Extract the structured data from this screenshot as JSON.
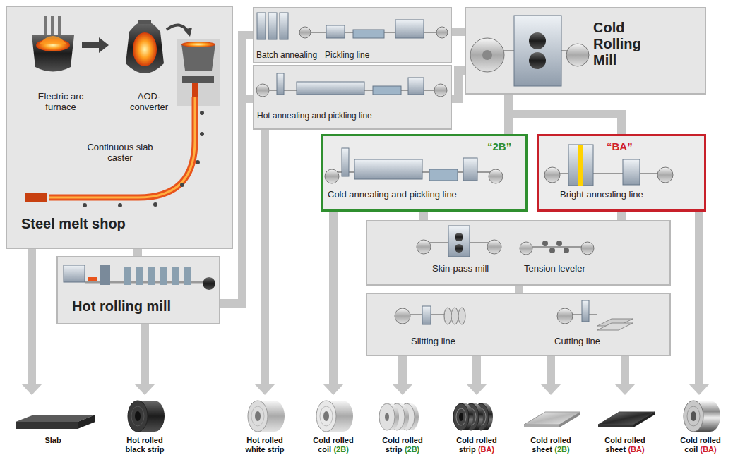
{
  "diagram": {
    "nodes": [
      {
        "text": [
          "Electric arc furnace",
          "AOD-converter",
          "Continuous slab caster",
          "Steel melt shop"
        ]
      },
      {
        "text": [
          "Hot rolling mill"
        ]
      },
      {
        "text": [
          "Batch annealing",
          "Pickling line"
        ]
      },
      {
        "text": [
          "Hot annealing and pickling line"
        ]
      },
      {
        "text": [
          "Cold Rolling Mill"
        ]
      },
      {
        "text": [
          "“2B”",
          "Cold annealing and pickling line"
        ]
      },
      {
        "text": [
          "“BA”",
          "Bright annealing line"
        ]
      },
      {
        "text": [
          "Skin-pass mill",
          "Tension leveler"
        ]
      },
      {
        "text": [
          "Slitting line",
          "Cutting line"
        ]
      },
      {
        "text": [
          "Slab"
        ]
      },
      {
        "text": [
          "Hot rolled black strip"
        ]
      },
      {
        "text": [
          "Hot rolled white strip"
        ]
      },
      {
        "text": [
          "Cold rolled coil",
          "(2B)"
        ]
      },
      {
        "text": [
          "Cold rolled strip",
          "(2B)"
        ]
      },
      {
        "text": [
          "Cold rolled strip",
          "(BA)"
        ]
      },
      {
        "text": [
          "Cold rolled sheet",
          "(2B)"
        ]
      },
      {
        "text": [
          "Cold rolled sheet",
          "(BA)"
        ]
      },
      {
        "text": [
          "Cold rolled coil",
          "(BA)"
        ]
      }
    ],
    "edges": [
      {
        "from": 0,
        "to": 9,
        "arrow": "to"
      },
      {
        "from": 0,
        "to": 1,
        "arrow": "none"
      },
      {
        "from": 1,
        "to": 10,
        "arrow": "to"
      },
      {
        "from": 1,
        "to": 2,
        "arrow": "none"
      },
      {
        "from": 1,
        "to": 3,
        "arrow": "none"
      },
      {
        "from": 2,
        "to": 4,
        "arrow": "none"
      },
      {
        "from": 3,
        "to": 4,
        "arrow": "none"
      },
      {
        "from": 3,
        "to": 11,
        "arrow": "to"
      },
      {
        "from": 4,
        "to": 5,
        "arrow": "none"
      },
      {
        "from": 4,
        "to": 6,
        "arrow": "none"
      },
      {
        "from": 5,
        "to": 7,
        "arrow": "none"
      },
      {
        "from": 6,
        "to": 7,
        "arrow": "none"
      },
      {
        "from": 5,
        "to": 12,
        "arrow": "to"
      },
      {
        "from": 6,
        "to": 17,
        "arrow": "to"
      },
      {
        "from": 7,
        "to": 8,
        "arrow": "none"
      },
      {
        "from": 8,
        "to": 13,
        "arrow": "to"
      },
      {
        "from": 8,
        "to": 14,
        "arrow": "to"
      },
      {
        "from": 8,
        "to": 15,
        "arrow": "to"
      },
      {
        "from": 8,
        "to": 16,
        "arrow": "to"
      }
    ]
  }
}
